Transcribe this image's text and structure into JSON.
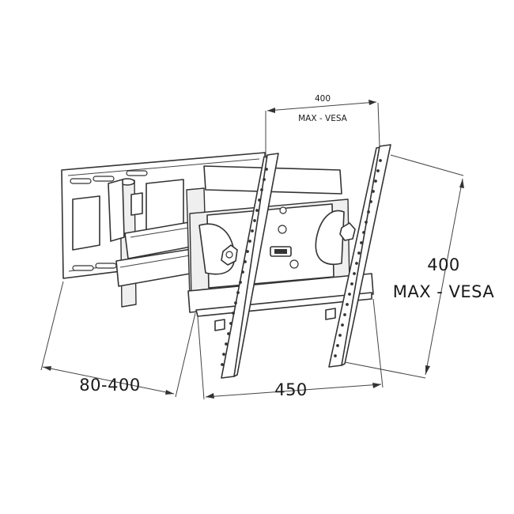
{
  "dimensions": {
    "top_vesa_value": "400",
    "top_vesa_label": "MAX - VESA",
    "right_vesa_value": "400",
    "right_vesa_label": "MAX - VESA",
    "extension_range": "80-400",
    "width": "450"
  },
  "colors": {
    "line": "#333333",
    "background": "#ffffff"
  }
}
